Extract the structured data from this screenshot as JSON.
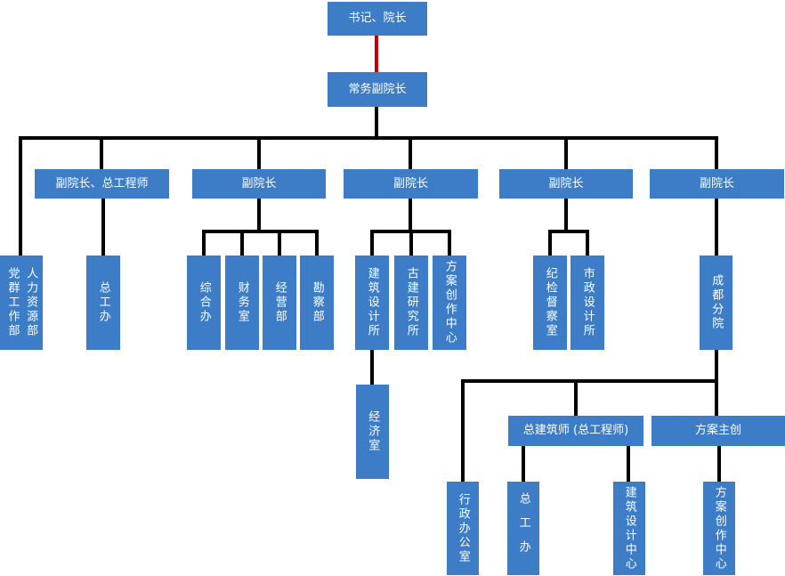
{
  "org": {
    "colors": {
      "node_fill": "#3D7DC8",
      "node_text": "#FFFFFF",
      "connector": "#000000",
      "root_connector": "#C00000",
      "background": "#FFFFFF"
    },
    "nodes": {
      "root": "书记、院长",
      "exec_vp": "常务副院长",
      "vp_chief_engineer": "副院长、总工程师",
      "vp1": "副院长",
      "vp2": "副院长",
      "vp3": "副院长",
      "vp4": "副院长",
      "party_mass_dept": "党群工作部",
      "hr_dept": "人力资源部",
      "chief_eng_office": "总工办",
      "general_office": "综合办",
      "finance_office": "财务室",
      "business_dept": "经营部",
      "survey_dept": "勘察部",
      "arch_design_institute": "建筑设计所",
      "ancient_arch_institute": "古建研究所",
      "scheme_creation_center": "方案创作中心",
      "economics_office": "经济室",
      "discipline_office": "纪检督察室",
      "municipal_institute": "市政设计所",
      "chengdu_branch": "成都分院",
      "chief_architect": "总建筑师 (总工程师)",
      "scheme_lead": "方案主创",
      "admin_office": "行政办公室",
      "branch_chief_eng_office": "总工办",
      "arch_design_center": "建筑设计中心",
      "branch_scheme_center": "方案创作中心"
    },
    "structure": {
      "root": [
        "exec_vp"
      ],
      "exec_vp": [
        "party_mass_dept|hr_dept",
        "vp_chief_engineer",
        "vp1",
        "vp2",
        "vp3",
        "vp4"
      ],
      "vp_chief_engineer": [
        "chief_eng_office"
      ],
      "vp1": [
        "general_office",
        "finance_office",
        "business_dept",
        "survey_dept"
      ],
      "vp2": [
        "arch_design_institute",
        "ancient_arch_institute",
        "scheme_creation_center"
      ],
      "arch_design_institute": [
        "economics_office"
      ],
      "vp3": [
        "discipline_office",
        "municipal_institute"
      ],
      "vp4": [
        "chengdu_branch"
      ],
      "chengdu_branch": [
        "admin_office",
        "chief_architect",
        "scheme_lead"
      ],
      "chief_architect": [
        "branch_chief_eng_office",
        "arch_design_center"
      ],
      "scheme_lead": [
        "branch_scheme_center"
      ]
    }
  }
}
